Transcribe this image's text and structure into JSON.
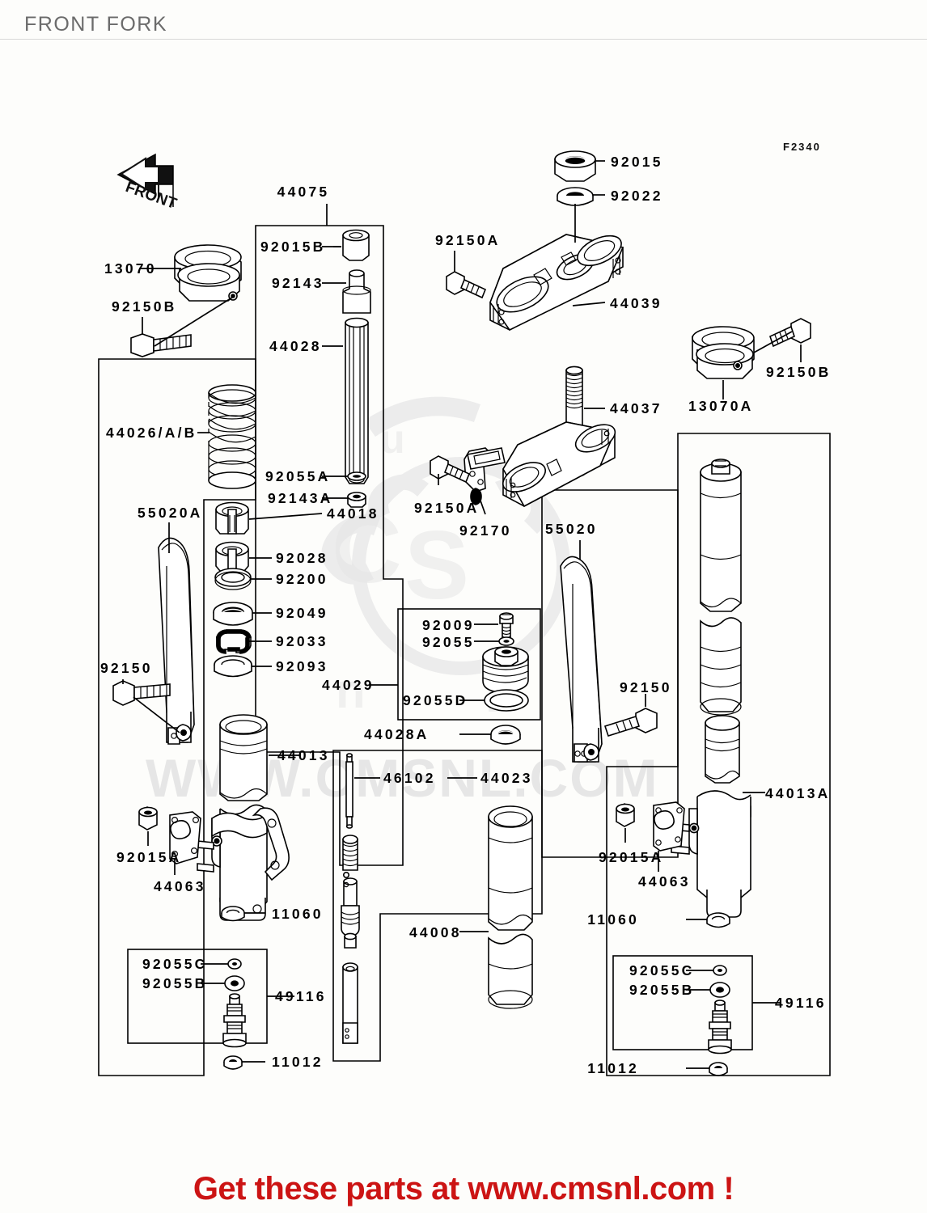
{
  "page": {
    "title": "FRONT FORK",
    "diagram_id": "F2340",
    "footer": "Get these parts at www.cmsnl.com !",
    "orientation_marker": "FRONT",
    "watermark_text": "WWW.CMSNL.COM",
    "accent_color": "#cc1414",
    "title_color": "#6b6b6b",
    "line_color": "#000000",
    "background": "#fdfdfb"
  },
  "callouts": {
    "c_44075": "44075",
    "c_92015B": "92015B",
    "c_92143": "92143",
    "c_44028": "44028",
    "c_13070": "13070",
    "c_92150B_left": "92150B",
    "c_44026": "44026/A/B",
    "c_92055A": "92055A",
    "c_92143A": "92143A",
    "c_44018": "44018",
    "c_92028": "92028",
    "c_92200": "92200",
    "c_92049": "92049",
    "c_92033": "92033",
    "c_92093": "92093",
    "c_55020A": "55020A",
    "c_92150_left": "92150",
    "c_44013": "44013",
    "c_92015A_left": "92015A",
    "c_44063_left": "44063",
    "c_11060_left": "11060",
    "c_92055C_left": "92055C",
    "c_92055B_left": "92055B",
    "c_49116_left": "49116",
    "c_11012_left": "11012",
    "c_92015": "92015",
    "c_92022": "92022",
    "c_92150A_top": "92150A",
    "c_44039": "44039",
    "c_44037": "44037",
    "c_92150A_mid": "92150A",
    "c_92170": "92170",
    "c_55020": "55020",
    "c_92009": "92009",
    "c_92055": "92055",
    "c_44029": "44029",
    "c_92055D": "92055D",
    "c_44028A": "44028A",
    "c_46102": "46102",
    "c_44023": "44023",
    "c_44008": "44008",
    "c_13070A": "13070A",
    "c_92150B_right": "92150B",
    "c_92150_right": "92150",
    "c_44013A": "44013A",
    "c_92015A_right": "92015A",
    "c_44063_right": "44063",
    "c_11060_right": "11060",
    "c_92055C_right": "92055C",
    "c_92055B_right": "92055B",
    "c_49116_right": "49116",
    "c_11012_right": "11012"
  }
}
